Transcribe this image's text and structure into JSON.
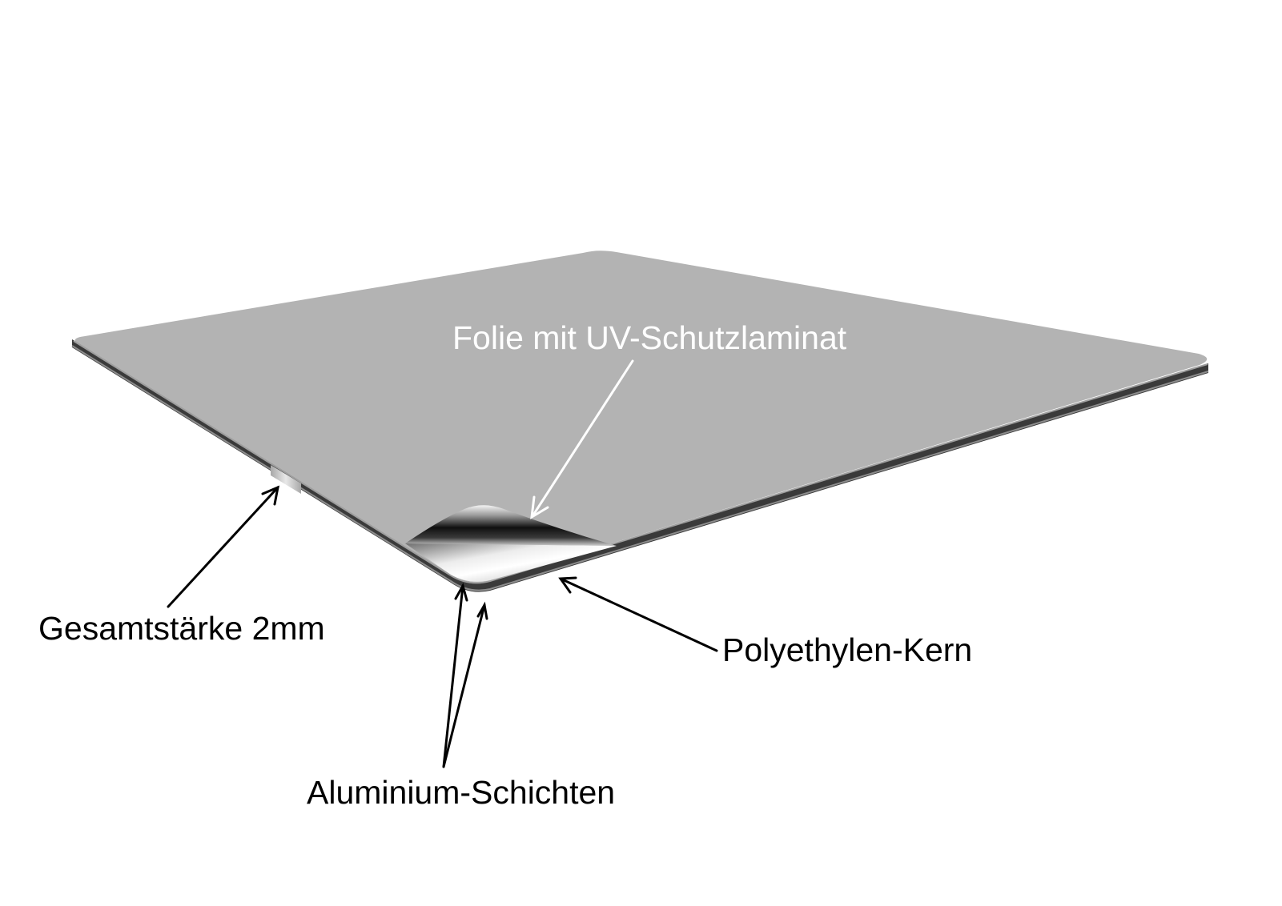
{
  "labels": {
    "uv_film": "Folie mit UV-Schutzlaminat",
    "total_thickness": "Gesamtstärke 2mm",
    "polyethylene_core": "Polyethylen-Kern",
    "aluminium_layers": "Aluminium-Schichten"
  },
  "colors": {
    "background": "#ffffff",
    "panel_surface": "#b3b3b3",
    "panel_edge_core": "#3a3a3a",
    "panel_edge_aluminium": "#8c8c8c",
    "annotation_white": "#ffffff",
    "annotation_black": "#000000"
  }
}
